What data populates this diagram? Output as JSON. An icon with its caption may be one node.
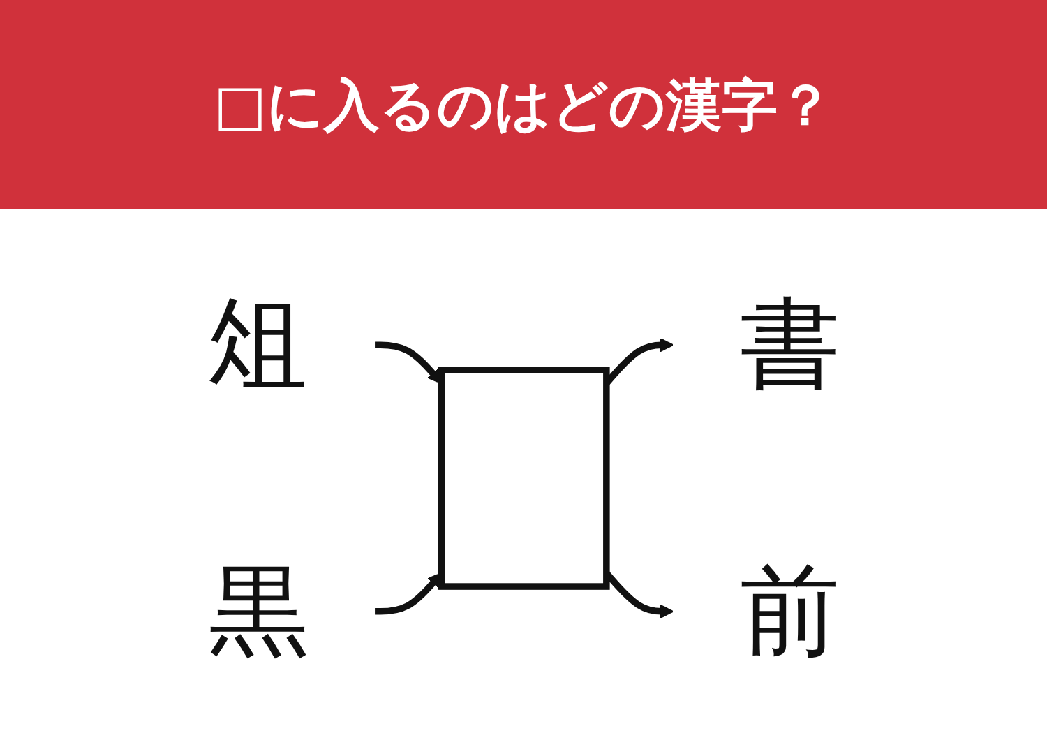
{
  "diagram": {
    "title": "□に入るのはどの漢字？",
    "nodes": [
      {
        "text": [
          "俎"
        ]
      },
      {
        "text": [
          "黒"
        ]
      },
      {
        "text": [],
        "shape": "box"
      },
      {
        "text": [
          "書"
        ]
      },
      {
        "text": [
          "前"
        ]
      }
    ],
    "edges": [
      {
        "from": 0,
        "to": 2,
        "arrow": "to"
      },
      {
        "from": 1,
        "to": 2,
        "arrow": "to"
      },
      {
        "from": 2,
        "to": 3,
        "arrow": "to"
      },
      {
        "from": 2,
        "to": 4,
        "arrow": "to"
      }
    ]
  }
}
